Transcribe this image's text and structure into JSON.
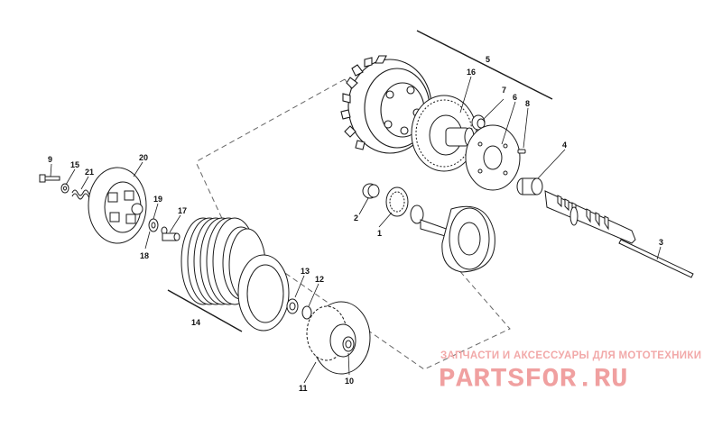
{
  "watermark": {
    "subtitle": "ЗАПЧАСТИ И АКСЕССУАРЫ ДЛЯ МОТОТЕХНИКИ",
    "brand": "PARTSFOR.RU"
  },
  "callouts": [
    "1",
    "2",
    "3",
    "4",
    "5",
    "6",
    "7",
    "8",
    "9",
    "10",
    "11",
    "12",
    "13",
    "14",
    "15",
    "16",
    "17",
    "18",
    "19",
    "20",
    "21"
  ],
  "colors": {
    "line": "#1a1a1a",
    "fill": "#ffffff",
    "watermark": "#f0a0a0"
  }
}
